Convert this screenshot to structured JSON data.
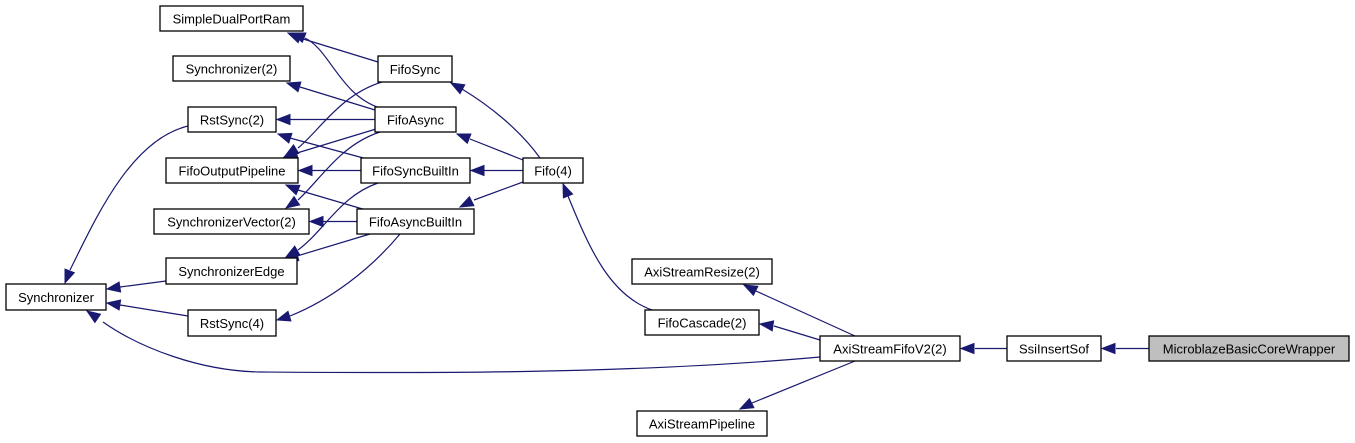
{
  "graph": {
    "title": "MicroblazeBasicCoreWrapper dependency graph",
    "edge_color": "#191970",
    "default_fill": "#ffffff",
    "highlight_fill": "#bfbfbf",
    "nodes": [
      {
        "id": "sdpr",
        "label": "SimpleDualPortRam"
      },
      {
        "id": "sync2",
        "label": "Synchronizer(2)"
      },
      {
        "id": "rst2",
        "label": "RstSync(2)"
      },
      {
        "id": "fop",
        "label": "FifoOutputPipeline"
      },
      {
        "id": "syncvec2",
        "label": "SynchronizerVector(2)"
      },
      {
        "id": "syncedge",
        "label": "SynchronizerEdge"
      },
      {
        "id": "sync",
        "label": "Synchronizer"
      },
      {
        "id": "rst4",
        "label": "RstSync(4)"
      },
      {
        "id": "fsync",
        "label": "FifoSync"
      },
      {
        "id": "fasync",
        "label": "FifoAsync"
      },
      {
        "id": "fsyncbi",
        "label": "FifoSyncBuiltIn"
      },
      {
        "id": "fasyncbi",
        "label": "FifoAsyncBuiltIn"
      },
      {
        "id": "fifo4",
        "label": "Fifo(4)"
      },
      {
        "id": "axresize",
        "label": "AxiStreamResize(2)"
      },
      {
        "id": "fcascade",
        "label": "FifoCascade(2)"
      },
      {
        "id": "axfifo",
        "label": "AxiStreamFifoV2(2)"
      },
      {
        "id": "axpipe",
        "label": "AxiStreamPipeline"
      },
      {
        "id": "ssi",
        "label": "SsiInsertSof"
      },
      {
        "id": "mbw",
        "label": "MicroblazeBasicCoreWrapper",
        "highlighted": true
      }
    ],
    "edges": [
      {
        "from": "mbw",
        "to": "ssi"
      },
      {
        "from": "ssi",
        "to": "axfifo"
      },
      {
        "from": "axfifo",
        "to": "axresize"
      },
      {
        "from": "axfifo",
        "to": "fcascade"
      },
      {
        "from": "axfifo",
        "to": "sync"
      },
      {
        "from": "axfifo",
        "to": "axpipe"
      },
      {
        "from": "fcascade",
        "to": "fifo4"
      },
      {
        "from": "fifo4",
        "to": "fsync"
      },
      {
        "from": "fifo4",
        "to": "fasync"
      },
      {
        "from": "fifo4",
        "to": "fsyncbi"
      },
      {
        "from": "fifo4",
        "to": "fasyncbi"
      },
      {
        "from": "fsync",
        "to": "sdpr"
      },
      {
        "from": "fsync",
        "to": "fop"
      },
      {
        "from": "fasync",
        "to": "sdpr"
      },
      {
        "from": "fasync",
        "to": "sync2"
      },
      {
        "from": "fasync",
        "to": "rst2"
      },
      {
        "from": "fasync",
        "to": "fop"
      },
      {
        "from": "fasync",
        "to": "syncvec2"
      },
      {
        "from": "fsyncbi",
        "to": "rst2"
      },
      {
        "from": "fsyncbi",
        "to": "fop"
      },
      {
        "from": "fsyncbi",
        "to": "syncedge"
      },
      {
        "from": "fasyncbi",
        "to": "fop"
      },
      {
        "from": "fasyncbi",
        "to": "syncvec2"
      },
      {
        "from": "fasyncbi",
        "to": "syncedge"
      },
      {
        "from": "fasyncbi",
        "to": "rst4"
      },
      {
        "from": "rst2",
        "to": "sync"
      },
      {
        "from": "syncedge",
        "to": "sync"
      },
      {
        "from": "rst4",
        "to": "sync"
      }
    ]
  }
}
